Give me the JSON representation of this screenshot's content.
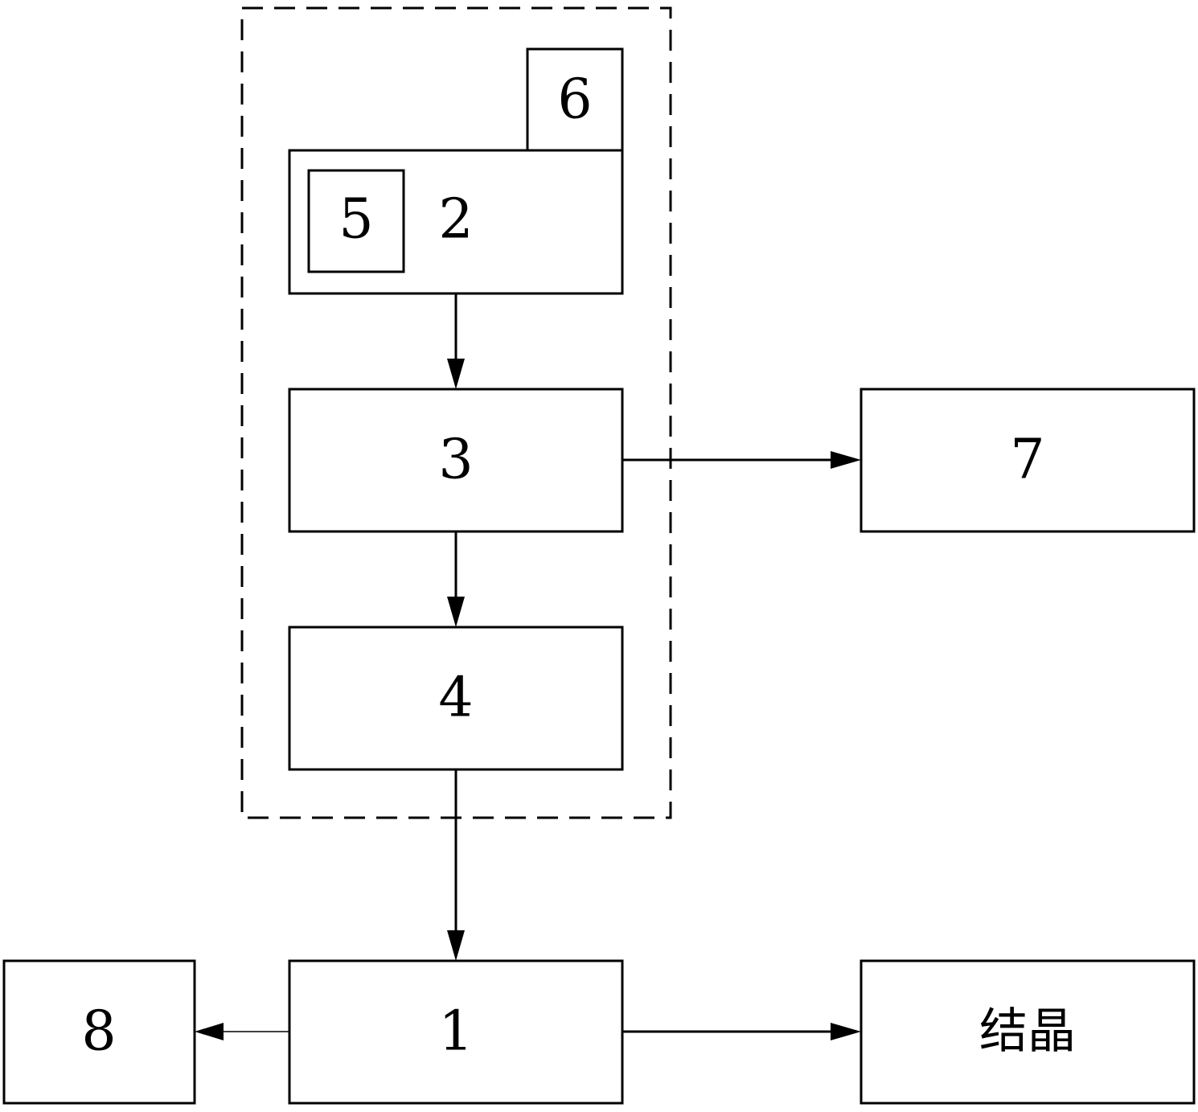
{
  "diagram": {
    "nodes": {
      "n1": {
        "label": "1"
      },
      "n2": {
        "label": "2"
      },
      "n3": {
        "label": "3"
      },
      "n4": {
        "label": "4"
      },
      "n5": {
        "label": "5"
      },
      "n6": {
        "label": "6"
      },
      "n7": {
        "label": "7"
      },
      "n8": {
        "label": "8"
      },
      "crystal": {
        "label": "结晶"
      }
    },
    "edges": [
      {
        "from": "2",
        "to": "3"
      },
      {
        "from": "3",
        "to": "4"
      },
      {
        "from": "3",
        "to": "7"
      },
      {
        "from": "4",
        "to": "1"
      },
      {
        "from": "1",
        "to": "8"
      },
      {
        "from": "1",
        "to": "结晶"
      }
    ],
    "group": {
      "members": [
        "2",
        "3",
        "4",
        "5",
        "6"
      ],
      "style": "dashed"
    }
  }
}
